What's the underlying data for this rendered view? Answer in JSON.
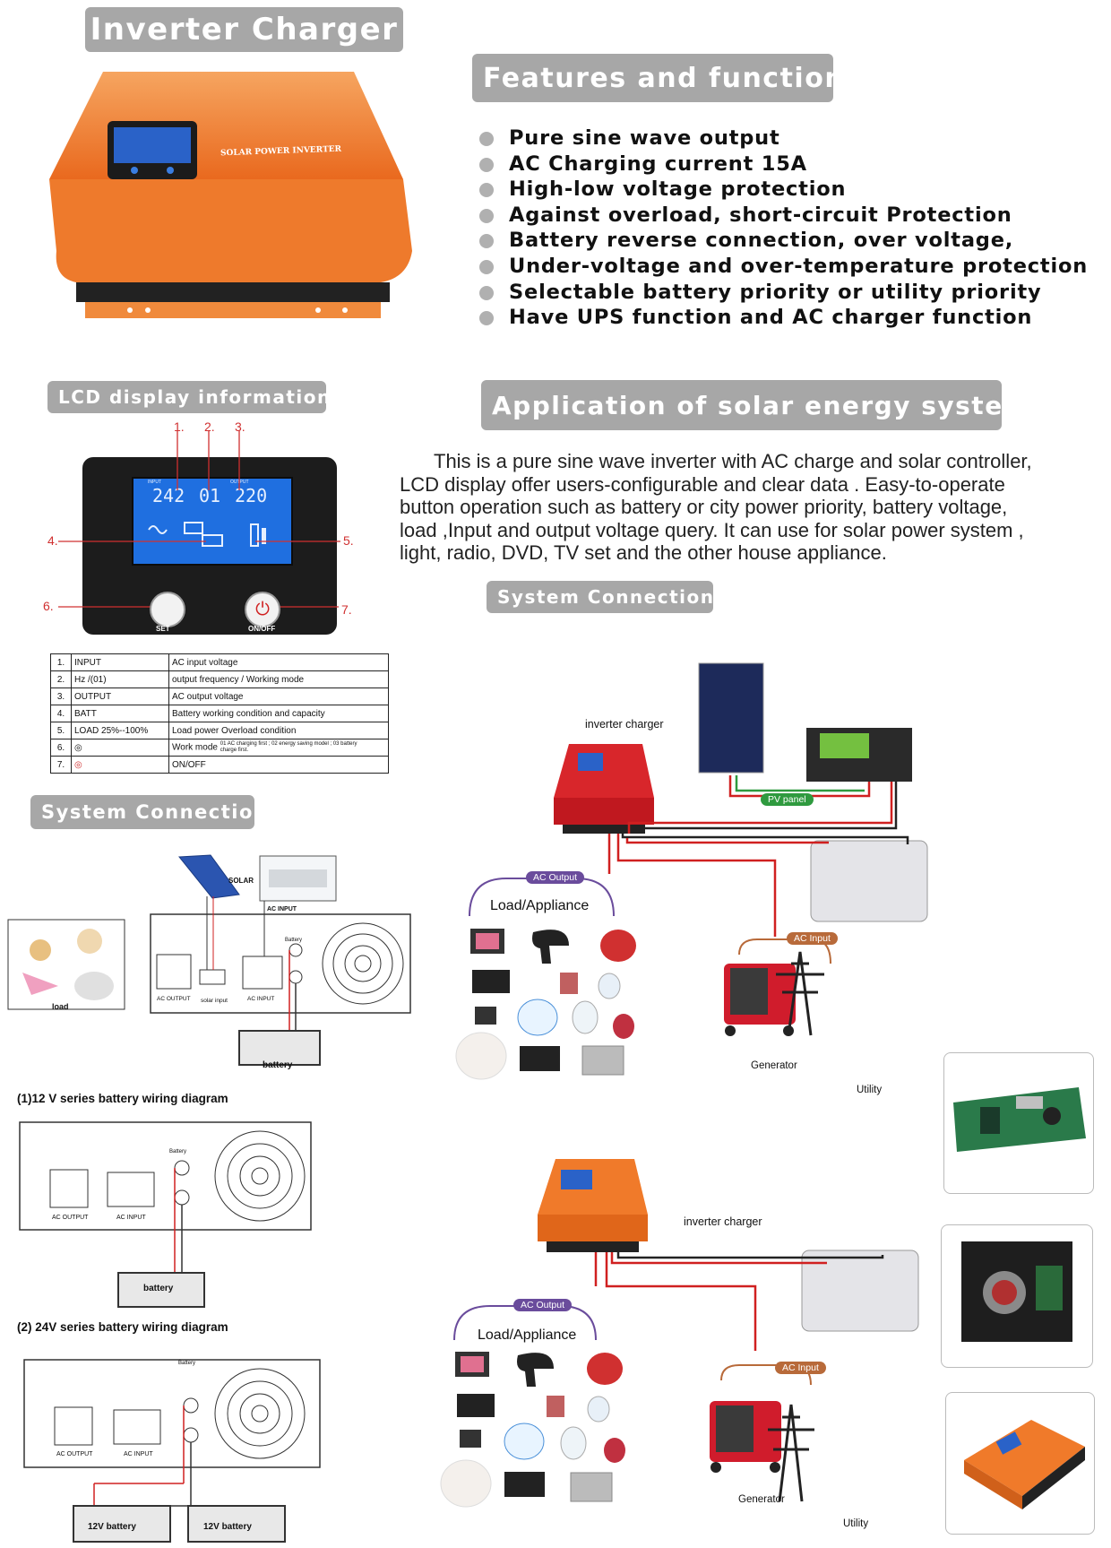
{
  "header": {
    "title": "Inverter Charger"
  },
  "features": {
    "title": "Features and function:",
    "items": [
      "Pure sine wave output",
      "AC Charging current 15A",
      "High-low voltage protection",
      "Against overload, short-circuit Protection",
      "Battery reverse connection, over voltage,",
      "Under-voltage and over-temperature protection",
      "Selectable battery priority or utility priority",
      "Have UPS function and AC charger function"
    ]
  },
  "product_label": "SOLAR POWER INVERTER",
  "lcd": {
    "title": "LCD display information:",
    "callouts": [
      "1.",
      "2.",
      "3.",
      "4.",
      "5.",
      "6.",
      "7."
    ],
    "screen": {
      "input_label": "INPUT",
      "input_value": "242",
      "mid_value": "01",
      "output_label": "OUTPUT",
      "output_value": "220"
    },
    "buttons": {
      "set": "SET",
      "onoff": "ON/OFF"
    },
    "table": [
      {
        "n": "1.",
        "key": "INPUT",
        "desc": "AC input voltage"
      },
      {
        "n": "2.",
        "key": "Hz /(01)",
        "desc": "output frequency / Working mode"
      },
      {
        "n": "3.",
        "key": "OUTPUT",
        "desc": "AC output voltage"
      },
      {
        "n": "4.",
        "key": "BATT",
        "desc": "Battery working condition and capacity"
      },
      {
        "n": "5.",
        "key": "LOAD  25%--100%",
        "desc": "Load power     Overload condition"
      },
      {
        "n": "6.",
        "key": "◎",
        "desc": "Work mode",
        "note": "01 AC charging first ; 02 energy  saving model ; 03 battery charge first."
      },
      {
        "n": "7.",
        "key": "◎",
        "desc": "ON/OFF"
      }
    ]
  },
  "application": {
    "title": "Application of solar energy system :",
    "paragraph": [
      "This is a pure sine wave inverter with AC charge and solar controller,",
      "LCD display offer users-configurable and clear data . Easy-to-operate",
      "button operation  such as  battery or city power priority, battery voltage,",
      "load ,Input and output voltage query. It can use for solar power system ,",
      "light, radio, DVD, TV set  and the other house appliance."
    ]
  },
  "system_connection": {
    "title": "System Connection:",
    "left": {
      "solar_label": "SOLAR",
      "ac_input_top": "AC INPUT",
      "battery_small": "Battery",
      "load_label": "load",
      "ports": [
        "AC OUTPUT",
        "solar input",
        "AC INPUT"
      ],
      "battery_box": "battery"
    },
    "diagram1_caption": "(1)12 V series battery wiring diagram",
    "diagram1": {
      "ports": [
        "AC OUTPUT",
        "AC INPUT"
      ],
      "battery_small": "Battery",
      "battery_box": "battery"
    },
    "diagram2_caption": "(2) 24V series battery wiring diagram",
    "diagram2": {
      "ports": [
        "AC OUTPUT",
        "AC INPUT"
      ],
      "battery_small": "Battery",
      "batteries": [
        "12V battery",
        "12V battery"
      ]
    },
    "right_top": {
      "inverter_label": "inverter charger",
      "pv_panel": "PV panel",
      "ac_output": "AC Output",
      "load": "Load/Appliance",
      "ac_input": "AC Input",
      "generator": "Generator",
      "utility": "Utility"
    },
    "right_bottom": {
      "inverter_label": "inverter charger",
      "ac_output": "AC Output",
      "load": "Load/Appliance",
      "ac_input": "AC Input",
      "generator": "Generator",
      "utility": "Utility"
    }
  },
  "colors": {
    "pill_bg": "#a7a7a7",
    "orange": "#f07a2a",
    "red_inverter": "#d8262b",
    "lcd_blue": "#1f6fe0",
    "ac_output_tag": "#6a4c9c",
    "ac_input_tag": "#b86a3a",
    "pv_tag": "#2f9a3f",
    "callout_red": "#d03030"
  }
}
